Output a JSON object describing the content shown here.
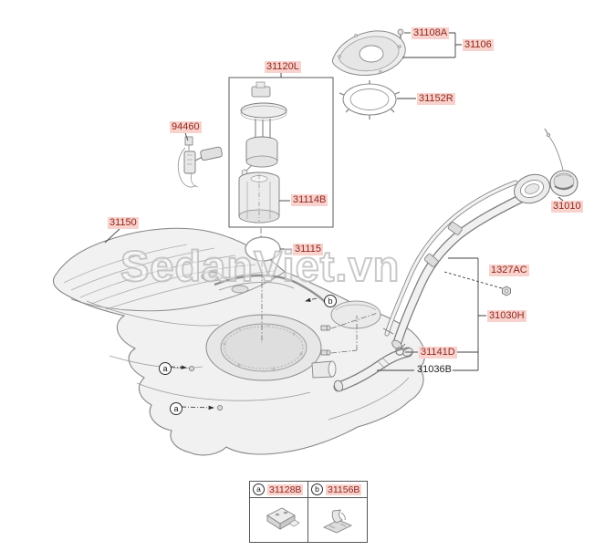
{
  "watermark_text": "SedanViet.vn",
  "parts": {
    "p31108A": "31108A",
    "p31106": "31106",
    "p31152R": "31152R",
    "p31120L": "31120L",
    "p94460": "94460",
    "p31114B": "31114B",
    "p31150": "31150",
    "p31115": "31115",
    "p31010": "31010",
    "p1327AC": "1327AC",
    "p31030H": "31030H",
    "p31141D": "31141D",
    "p31036B": "31036B"
  },
  "callouts": {
    "a": "a",
    "b": "b"
  },
  "legend": {
    "items": [
      {
        "key": "a",
        "part": "31128B"
      },
      {
        "key": "b",
        "part": "31156B"
      }
    ]
  },
  "colors": {
    "highlight_bg": "#f8d2cc",
    "highlight_text": "#92261f",
    "leader_line": "#3f3f3f"
  }
}
